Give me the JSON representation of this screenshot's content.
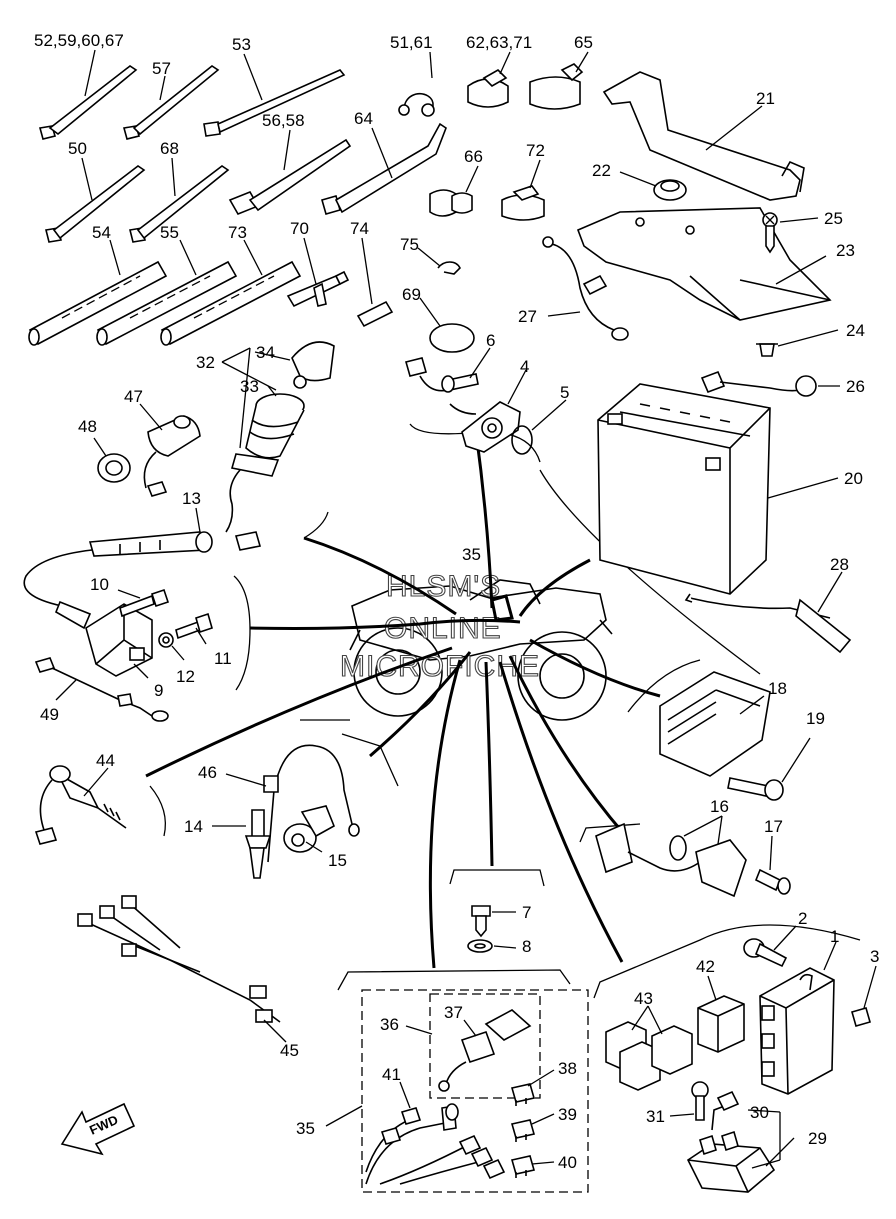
{
  "watermark": {
    "line1": "HLSM'S",
    "line2": "ONLINE",
    "line3": "MICROFICHE"
  },
  "fwd_label": "FWD",
  "callouts": [
    {
      "id": "c-52-59-60-67",
      "text": "52,59,60,67"
    },
    {
      "id": "c-57",
      "text": "57"
    },
    {
      "id": "c-53",
      "text": "53"
    },
    {
      "id": "c-51-61",
      "text": "51,61"
    },
    {
      "id": "c-62-63-71",
      "text": "62,63,71"
    },
    {
      "id": "c-65",
      "text": "65"
    },
    {
      "id": "c-21",
      "text": "21"
    },
    {
      "id": "c-50",
      "text": "50"
    },
    {
      "id": "c-68",
      "text": "68"
    },
    {
      "id": "c-56-58",
      "text": "56,58"
    },
    {
      "id": "c-64",
      "text": "64"
    },
    {
      "id": "c-66",
      "text": "66"
    },
    {
      "id": "c-72",
      "text": "72"
    },
    {
      "id": "c-22",
      "text": "22"
    },
    {
      "id": "c-25",
      "text": "25"
    },
    {
      "id": "c-23",
      "text": "23"
    },
    {
      "id": "c-54",
      "text": "54"
    },
    {
      "id": "c-55",
      "text": "55"
    },
    {
      "id": "c-73",
      "text": "73"
    },
    {
      "id": "c-70",
      "text": "70"
    },
    {
      "id": "c-74",
      "text": "74"
    },
    {
      "id": "c-75",
      "text": "75"
    },
    {
      "id": "c-69",
      "text": "69"
    },
    {
      "id": "c-27",
      "text": "27"
    },
    {
      "id": "c-24",
      "text": "24"
    },
    {
      "id": "c-32",
      "text": "32"
    },
    {
      "id": "c-34",
      "text": "34"
    },
    {
      "id": "c-33",
      "text": "33"
    },
    {
      "id": "c-6",
      "text": "6"
    },
    {
      "id": "c-4",
      "text": "4"
    },
    {
      "id": "c-26",
      "text": "26"
    },
    {
      "id": "c-47",
      "text": "47"
    },
    {
      "id": "c-48",
      "text": "48"
    },
    {
      "id": "c-5",
      "text": "5"
    },
    {
      "id": "c-20",
      "text": "20"
    },
    {
      "id": "c-13",
      "text": "13"
    },
    {
      "id": "c-35a",
      "text": "35"
    },
    {
      "id": "c-28",
      "text": "28"
    },
    {
      "id": "c-10",
      "text": "10"
    },
    {
      "id": "c-11",
      "text": "11"
    },
    {
      "id": "c-12",
      "text": "12"
    },
    {
      "id": "c-9",
      "text": "9"
    },
    {
      "id": "c-49",
      "text": "49"
    },
    {
      "id": "c-18",
      "text": "18"
    },
    {
      "id": "c-19",
      "text": "19"
    },
    {
      "id": "c-44",
      "text": "44"
    },
    {
      "id": "c-46",
      "text": "46"
    },
    {
      "id": "c-14",
      "text": "14"
    },
    {
      "id": "c-15",
      "text": "15"
    },
    {
      "id": "c-16",
      "text": "16"
    },
    {
      "id": "c-17",
      "text": "17"
    },
    {
      "id": "c-7",
      "text": "7"
    },
    {
      "id": "c-8",
      "text": "8"
    },
    {
      "id": "c-2",
      "text": "2"
    },
    {
      "id": "c-1",
      "text": "1"
    },
    {
      "id": "c-3",
      "text": "3"
    },
    {
      "id": "c-42",
      "text": "42"
    },
    {
      "id": "c-43",
      "text": "43"
    },
    {
      "id": "c-36",
      "text": "36"
    },
    {
      "id": "c-37",
      "text": "37"
    },
    {
      "id": "c-45",
      "text": "45"
    },
    {
      "id": "c-41",
      "text": "41"
    },
    {
      "id": "c-38",
      "text": "38"
    },
    {
      "id": "c-39",
      "text": "39"
    },
    {
      "id": "c-40",
      "text": "40"
    },
    {
      "id": "c-35b",
      "text": "35"
    },
    {
      "id": "c-31",
      "text": "31"
    },
    {
      "id": "c-30",
      "text": "30"
    },
    {
      "id": "c-29",
      "text": "29"
    }
  ]
}
